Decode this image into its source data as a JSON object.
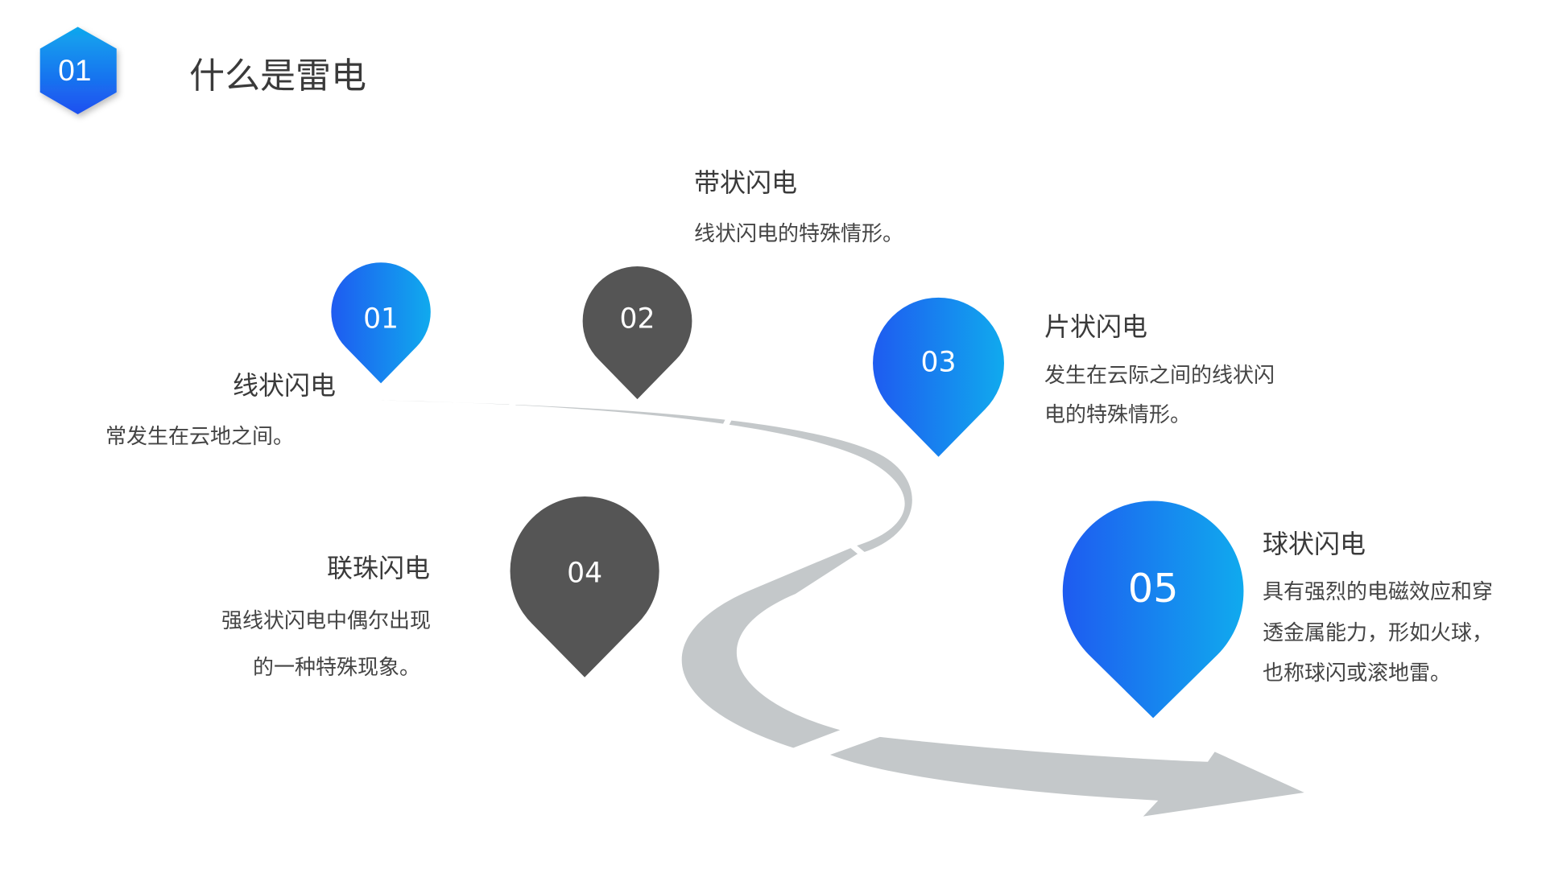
{
  "header": {
    "badge": "01",
    "title": "什么是雷电"
  },
  "colors": {
    "blue_start": "#1e5bf0",
    "blue_end": "#10aaee",
    "dark_pin": "#555555",
    "road": "#c4c8ca"
  },
  "items": [
    {
      "num": "01",
      "title": "线状闪电",
      "desc": [
        "常发生在云地之间。"
      ]
    },
    {
      "num": "02",
      "title": "带状闪电",
      "desc": [
        "线状闪电的特殊情形。"
      ]
    },
    {
      "num": "03",
      "title": "片状闪电",
      "desc": [
        "发生在云际之间的线状闪",
        "电的特殊情形。"
      ]
    },
    {
      "num": "04",
      "title": "联珠闪电",
      "desc": [
        "强线状闪电中偶尔出现",
        "的一种特殊现象。"
      ]
    },
    {
      "num": "05",
      "title": "球状闪电",
      "desc": [
        "具有强烈的电磁效应和穿",
        "透金属能力，形如火球，",
        "也称球闪或滚地雷。"
      ]
    }
  ]
}
